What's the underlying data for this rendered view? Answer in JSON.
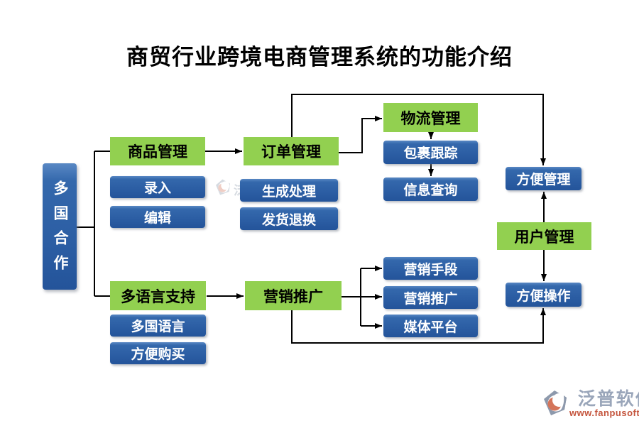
{
  "title": "商贸行业跨境电商管理系统的功能介绍",
  "colors": {
    "green_box": "#92D050",
    "blue_box_top": "#5988c4",
    "blue_box_bottom": "#24549a",
    "connector_line": "#000000",
    "title_text": "#000000",
    "logo_name_gray": "#9aa6ba",
    "logo_url_orange": "#c4543c"
  },
  "root": {
    "label": "多国合作"
  },
  "nodes": {
    "product_mgmt": {
      "label": "商品管理"
    },
    "entry": {
      "label": "录入"
    },
    "edit": {
      "label": "编辑"
    },
    "order_mgmt": {
      "label": "订单管理"
    },
    "generate_process": {
      "label": "生成处理"
    },
    "ship_return": {
      "label": "发货退换"
    },
    "logistics_mgmt": {
      "label": "物流管理"
    },
    "package_tracking": {
      "label": "包裹跟踪"
    },
    "info_query": {
      "label": "信息查询"
    },
    "easy_mgmt": {
      "label": "方便管理"
    },
    "user_mgmt": {
      "label": "用户管理"
    },
    "easy_operation": {
      "label": "方便操作"
    },
    "multilang_support": {
      "label": "多语言支持"
    },
    "multi_language": {
      "label": "多国语言"
    },
    "easy_buy": {
      "label": "方便购买"
    },
    "marketing_main": {
      "label": "营销推广"
    },
    "marketing_means": {
      "label": "营销手段"
    },
    "marketing_promo": {
      "label": "营销推广"
    },
    "media_platform": {
      "label": "媒体平台"
    }
  },
  "watermark": {
    "text": "泛普软件"
  },
  "footer_logo": {
    "name": "泛普软件",
    "url": "www.fanpusoft.com"
  }
}
